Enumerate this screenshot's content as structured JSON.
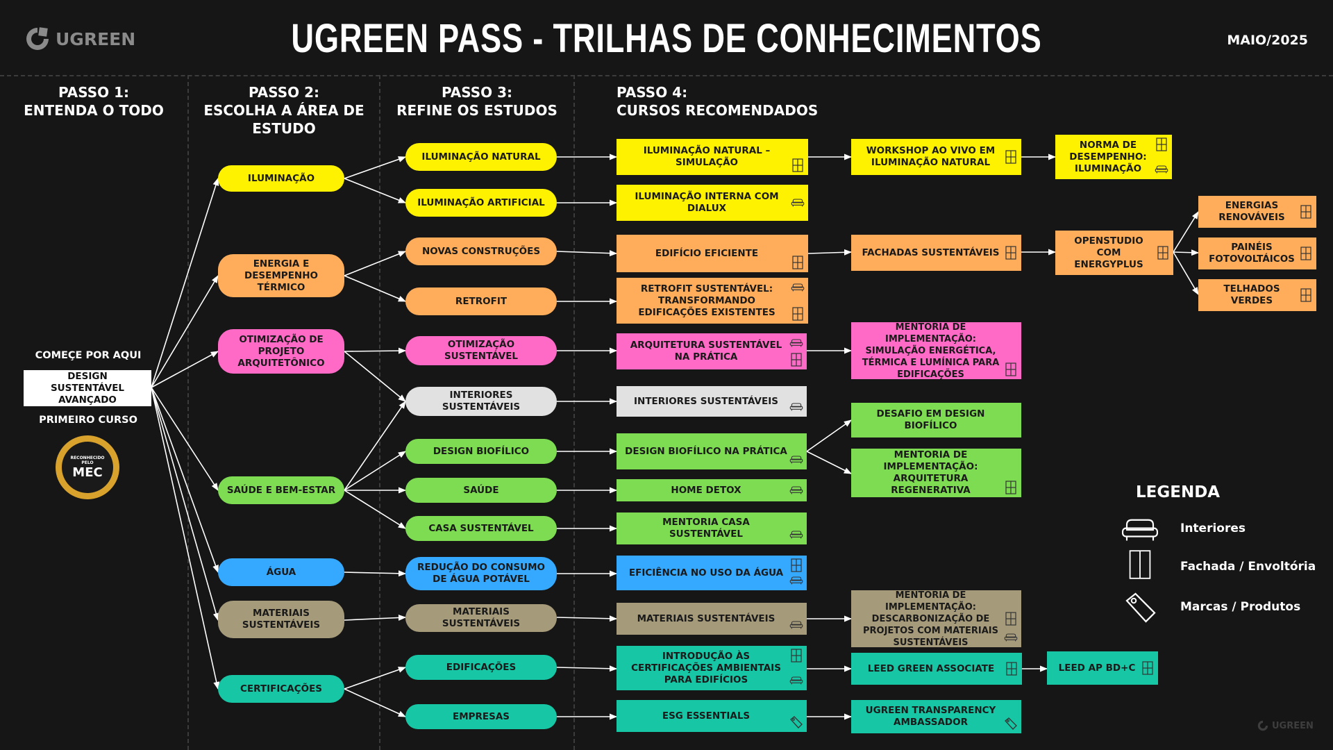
{
  "header": {
    "title": "UGREEN PASS - TRILHAS DE CONHECIMENTOS",
    "logo_text": "UGREEN",
    "date": "MAIO/2025"
  },
  "columns": {
    "step1": {
      "line1": "PASSO 1:",
      "line2": "ENTENDA O TODO"
    },
    "step2": {
      "line1": "PASSO 2:",
      "line2": "ESCOLHA A ÁREA DE",
      "line3": "ESTUDO"
    },
    "step3": {
      "line1": "PASSO 3:",
      "line2": "REFINE OS ESTUDOS"
    },
    "step4": {
      "line1": "PASSO 4:",
      "line2": "CURSOS RECOMENDADOS"
    }
  },
  "start": {
    "label_top": "COMEÇE POR AQUI",
    "course": "DESIGN SUSTENTÁVEL AVANÇADO",
    "label_bottom": "PRIMEIRO CURSO",
    "badge_small": "RECONHECIDO PELO",
    "badge_big": "MEC"
  },
  "areas": [
    {
      "label": "ILUMINAÇÃO",
      "color": "#fff200"
    },
    {
      "label": "ENERGIA E DESEMPENHO TÉRMICO",
      "color": "#ffad5a"
    },
    {
      "label": "OTIMIZAÇÃO DE PROJETO ARQUITETÔNICO",
      "color": "#ff6ac7"
    },
    {
      "label": "SAÚDE E BEM-ESTAR",
      "color": "#7ddc52"
    },
    {
      "label": "ÁGUA",
      "color": "#35a9ff"
    },
    {
      "label": "MATERIAIS SUSTENTÁVEIS",
      "color": "#a59a7a"
    },
    {
      "label": "CERTIFICAÇÕES",
      "color": "#16c6a4"
    }
  ],
  "refine": [
    "ILUMINAÇÃO NATURAL",
    "ILUMINAÇÃO ARTIFICIAL",
    "NOVAS CONSTRUÇÕES",
    "RETROFIT",
    "OTIMIZAÇÃO SUSTENTÁVEL",
    "INTERIORES SUSTENTÁVEIS",
    "DESIGN BIOFÍLICO",
    "SAÚDE",
    "CASA SUSTENTÁVEL",
    "REDUÇÃO DO CONSUMO DE ÁGUA POTÁVEL",
    "MATERIAIS SUSTENTÁVEIS",
    "EDIFICAÇÕES",
    "EMPRESAS"
  ],
  "courses": [
    "ILUMINAÇÃO NATURAL – SIMULAÇÃO",
    "ILUMINAÇÃO INTERNA COM DIALUX",
    "EDIFÍCIO EFICIENTE",
    "RETROFIT SUSTENTÁVEL: TRANSFORMANDO EDIFICAÇÕES EXISTENTES",
    "ARQUITETURA SUSTENTÁVEL NA PRÁTICA",
    "INTERIORES SUSTENTÁVEIS",
    "DESIGN BIOFÍLICO NA PRÁTICA",
    "HOME DETOX",
    "MENTORIA CASA SUSTENTÁVEL",
    "EFICIÊNCIA NO USO DA ÁGUA",
    "MATERIAIS SUSTENTÁVEIS",
    "INTRODUÇÃO ÀS CERTIFICAÇÕES AMBIENTAIS PARA EDIFÍCIOS",
    "ESG ESSENTIALS"
  ],
  "advanced": [
    "WORKSHOP AO VIVO EM ILUMINAÇÃO NATURAL",
    "NORMA DE DESEMPENHO: ILUMINAÇÃO",
    "FACHADAS SUSTENTÁVEIS",
    "OPENSTUDIO COM ENERGYPLUS",
    "ENERGIAS RENOVÁVEIS",
    "PAINÉIS FOTOVOLTÁICOS",
    "TELHADOS VERDES",
    "MENTORIA DE IMPLEMENTAÇÃO: SIMULAÇÃO ENERGÉTICA, TÉRMICA E LUMÍNICA PARA EDIFICAÇÕES",
    "DESAFIO EM DESIGN BIOFÍLICO",
    "MENTORIA DE IMPLEMENTAÇÃO: ARQUITETURA REGENERATIVA",
    "MENTORIA DE IMPLEMENTAÇÃO: DESCARBONIZAÇÃO DE PROJETOS COM MATERIAIS SUSTENTÁVEIS",
    "LEED GREEN ASSOCIATE",
    "LEED AP BD+C",
    "UGREEN TRANSPARENCY AMBASSADOR"
  ],
  "legend": {
    "title": "LEGENDA",
    "interiors": "Interiores",
    "facade": "Fachada / Envoltória",
    "brands": "Marcas / Produtos",
    "icons": [
      "sofa-icon",
      "facade-icon",
      "tag-icon"
    ]
  },
  "footer_logo": "UGREEN",
  "colors": {
    "background": "#161616",
    "yellow": "#fff200",
    "orange": "#ffad5a",
    "pink": "#ff6ac7",
    "gray": "#e1e1e1",
    "green": "#7ddc52",
    "blue": "#35a9ff",
    "tan": "#a59a7a",
    "teal": "#16c6a4"
  }
}
